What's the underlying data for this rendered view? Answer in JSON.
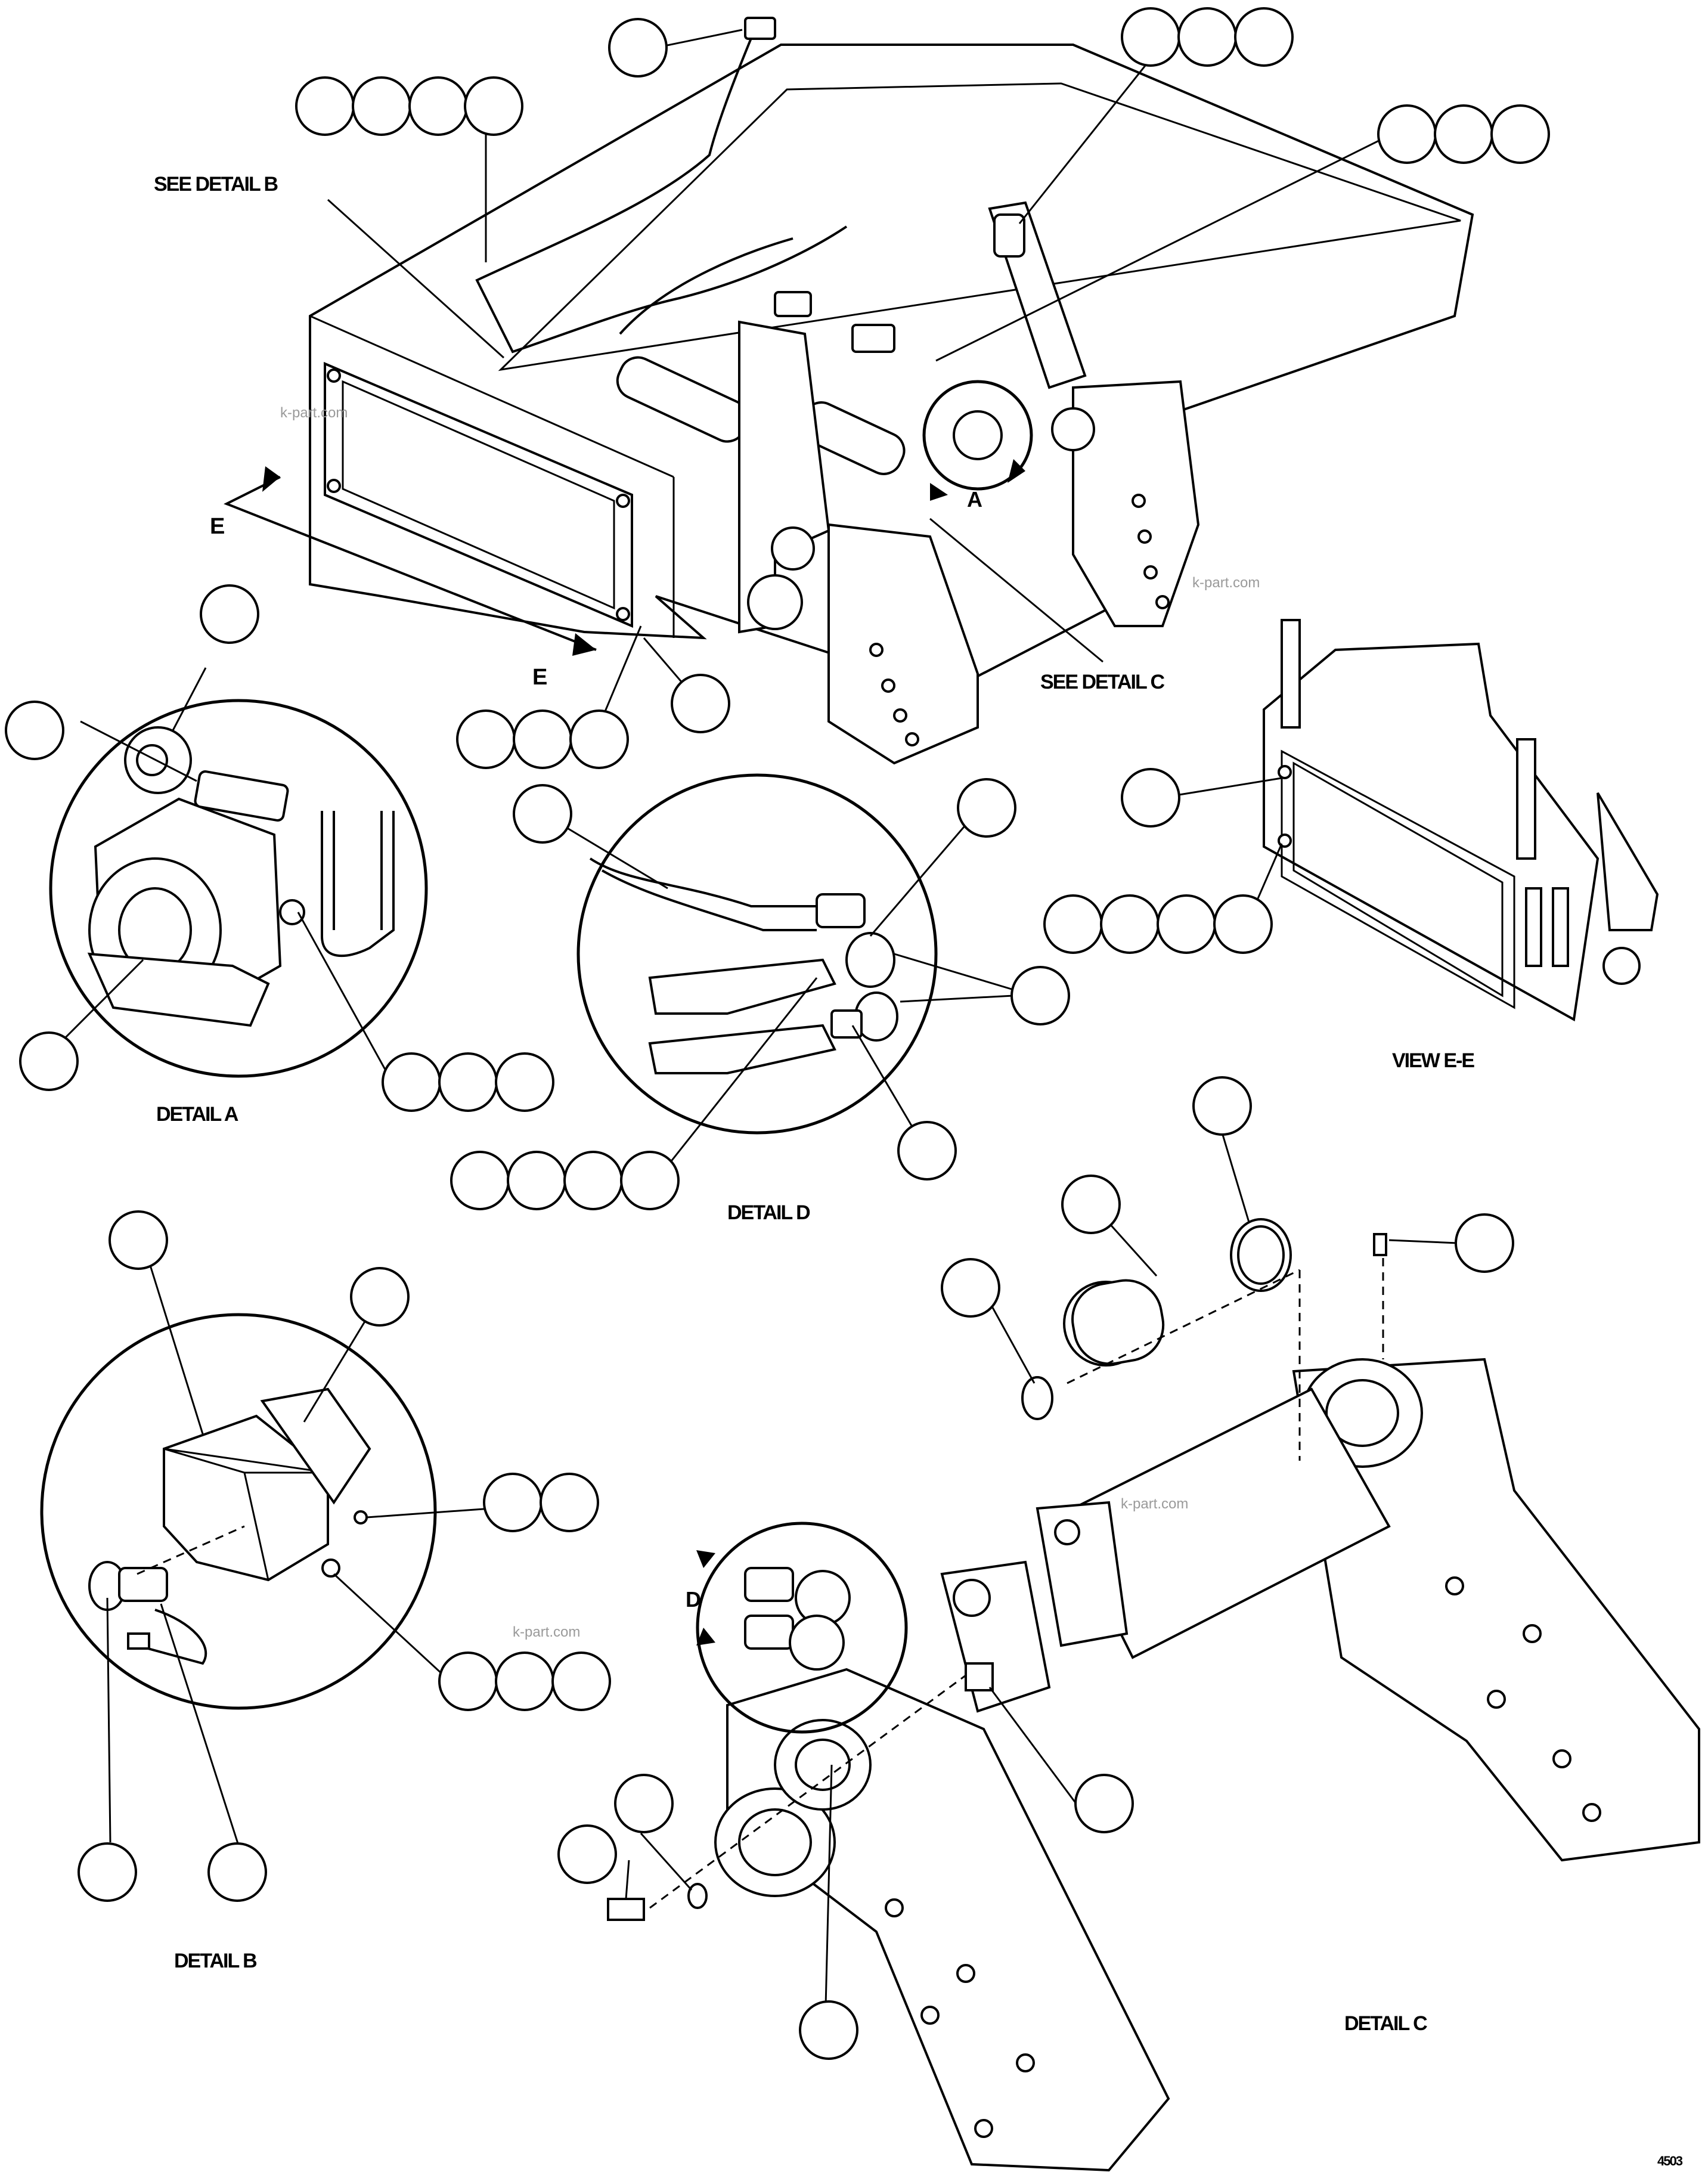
{
  "labels": {
    "see_detail_b": "SEE DETAIL B",
    "see_detail_c": "SEE DETAIL C",
    "detail_a": "DETAIL A",
    "detail_b": "DETAIL B",
    "detail_c": "DETAIL C",
    "detail_d": "DETAIL D",
    "view_ee": "VIEW E-E",
    "section_e": "E",
    "callout_a": "A",
    "callout_d": "D",
    "figure_code": "4503",
    "watermark": "k-part.com"
  },
  "colors": {
    "line": "#000000",
    "background": "#ffffff",
    "watermark": "#9a9a9a"
  }
}
